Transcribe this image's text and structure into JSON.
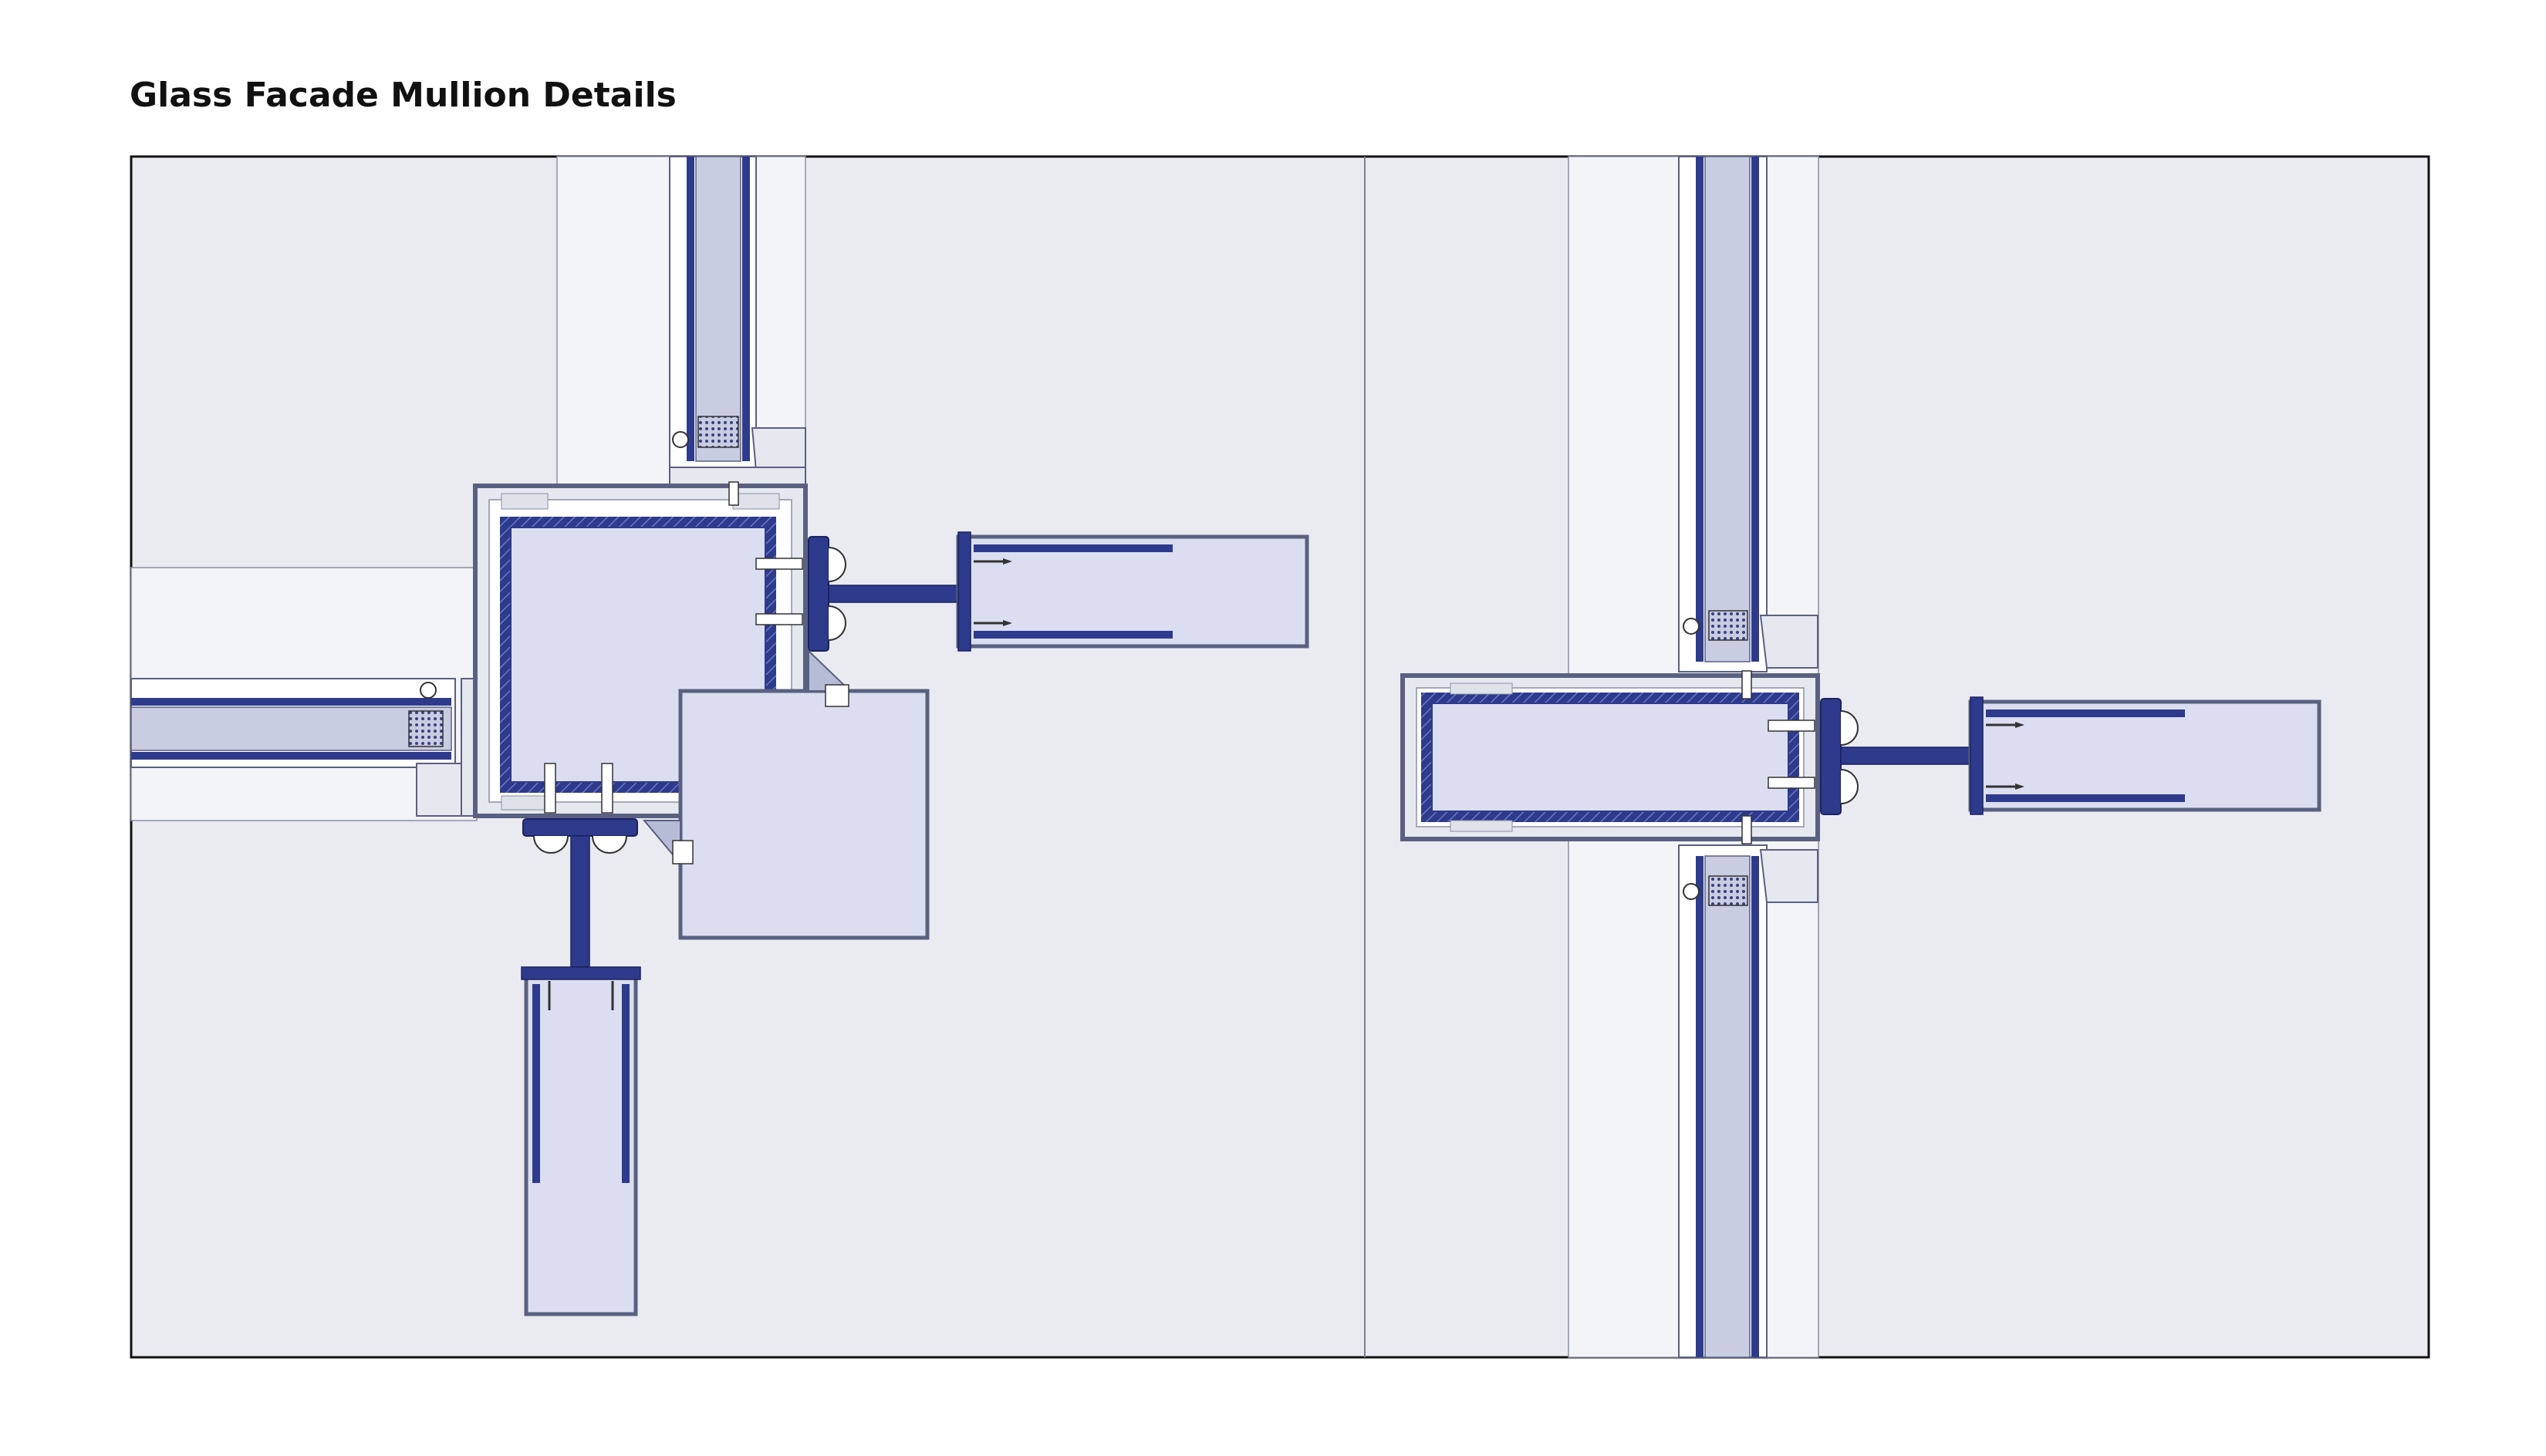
{
  "title": "Glass Facade Mullion Details",
  "colors": {
    "page_background": "#ffffff",
    "frame_stroke": "#111111",
    "panel_background": "#e9ebf1",
    "light_strip": "#f3f4f8",
    "steel_fill": "#dadef0",
    "steel_dark": "#2e3b8c",
    "steel_hatch": "#3a4aa0",
    "outline": "#5a6080",
    "gasket": "#8890b0",
    "white_part": "#ffffff"
  },
  "details": [
    {
      "name": "corner-mullion-detail"
    },
    {
      "name": "inline-mullion-detail"
    }
  ]
}
